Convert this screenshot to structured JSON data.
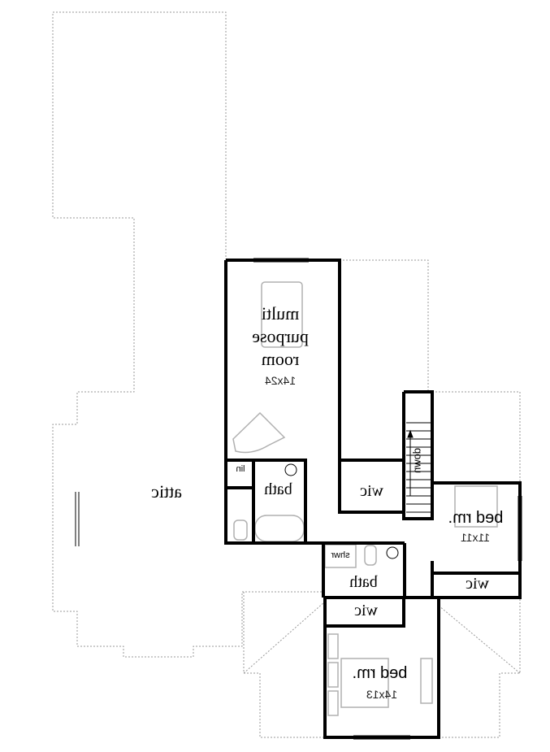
{
  "rooms": {
    "multi_purpose": {
      "line1": "multi",
      "line2": "purpose",
      "line3": "room",
      "size": "14x24"
    },
    "attic": {
      "label": "attic"
    },
    "bath_left": {
      "label": "bath"
    },
    "linen": {
      "label": "lin"
    },
    "wic_center": {
      "label": "wic"
    },
    "stairs": {
      "label": "down"
    },
    "bedroom_right": {
      "label": "bed rm.",
      "size": "11x11"
    },
    "wic_right": {
      "label": "wic"
    },
    "bath_center": {
      "label": "bath"
    },
    "shower": {
      "label": "shwr"
    },
    "wic_bottom": {
      "label": "wic"
    },
    "bedroom_bottom": {
      "label": "bed rm.",
      "size": "14x13"
    }
  },
  "colors": {
    "wall": "#000000",
    "outline": "#9a9a9a",
    "fixture": "#b0b0b0"
  },
  "text_mirrored": true
}
